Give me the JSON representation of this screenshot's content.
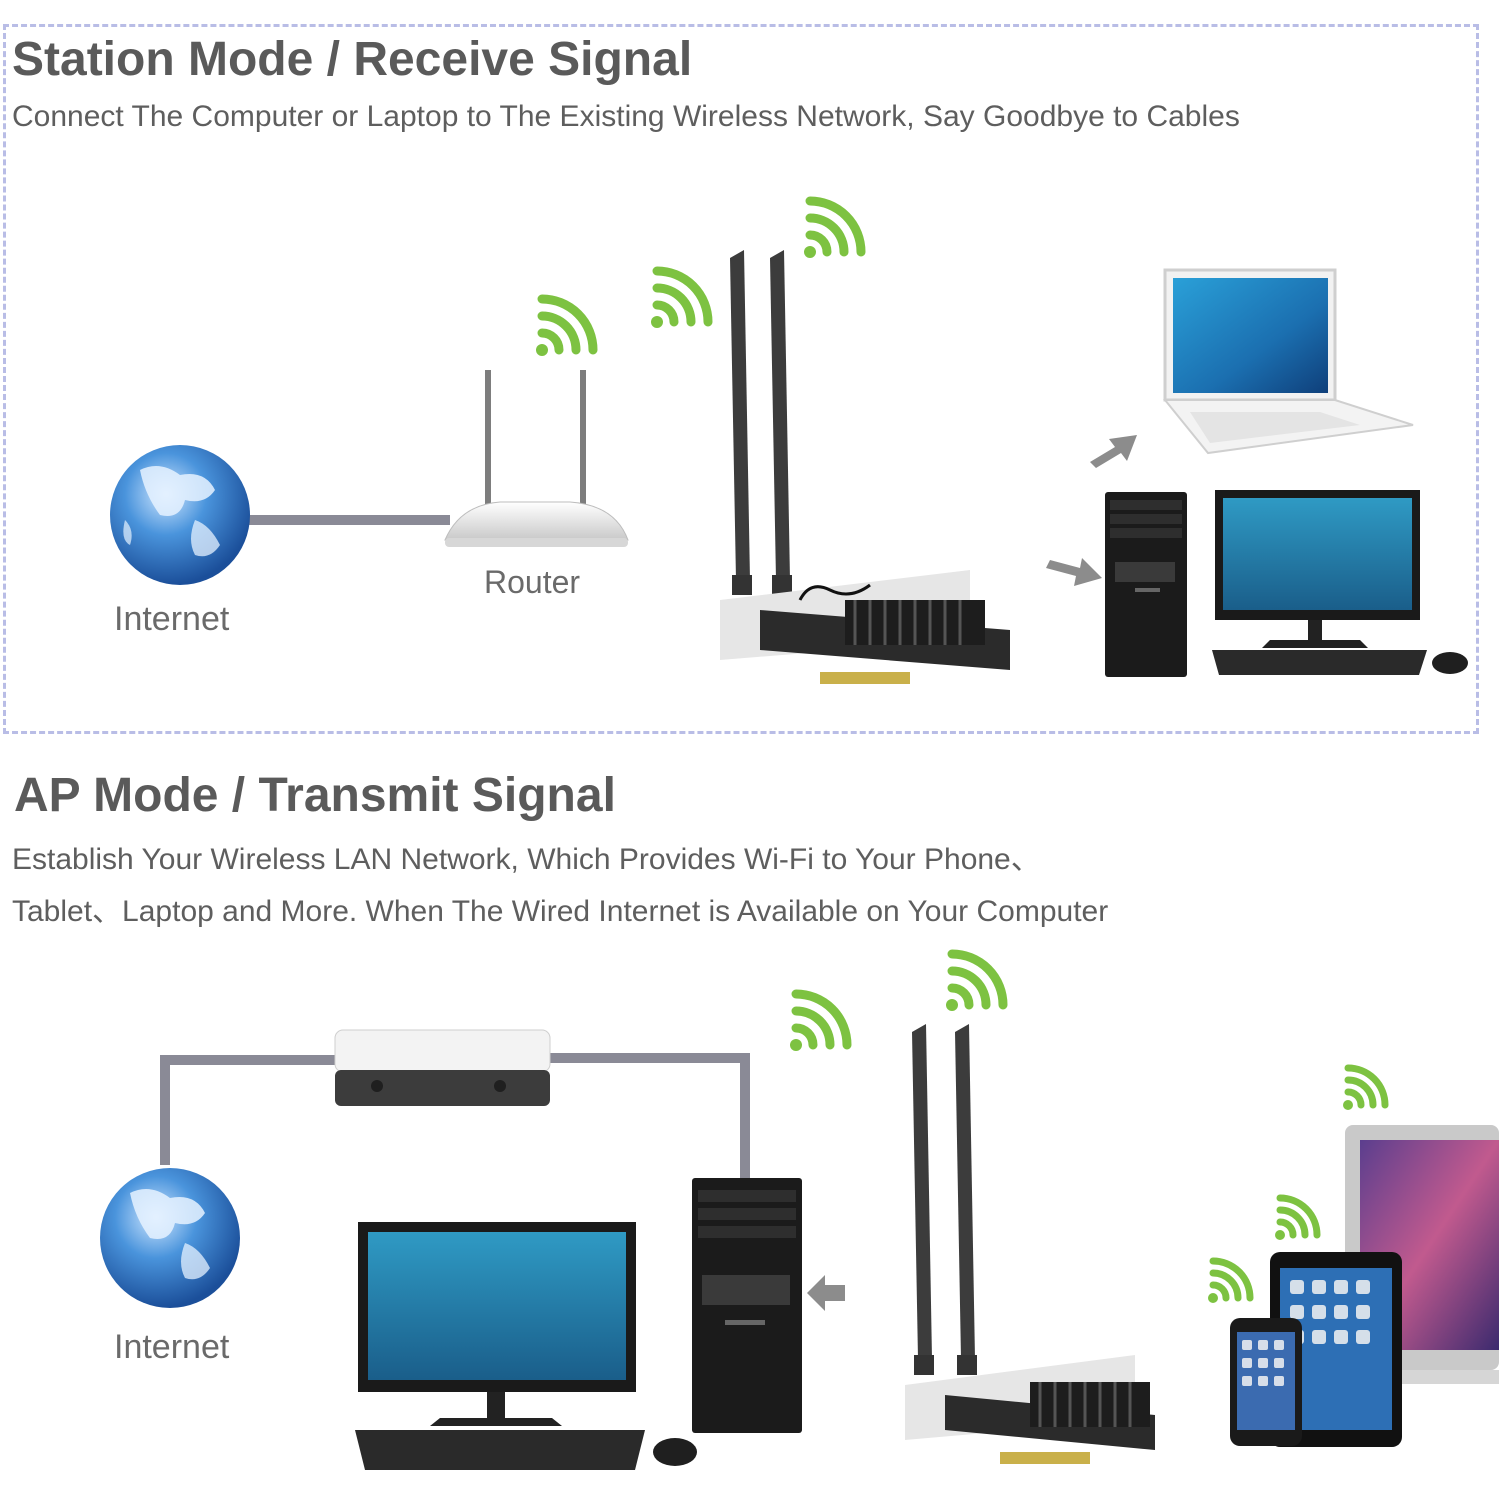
{
  "station": {
    "title": "Station Mode / Receive Signal",
    "subtitle": "Connect The Computer or Laptop to The Existing Wireless Network, Say Goodbye to Cables",
    "internet_label": "Internet",
    "router_label": "Router"
  },
  "ap": {
    "title": "AP Mode / Transmit Signal",
    "subtitle_line1": "Establish Your Wireless LAN Network, Which Provides Wi-Fi to Your Phone、",
    "subtitle_line2": "Tablet、Laptop and More. When The Wired Internet is Available on Your Computer",
    "internet_label": "Internet"
  },
  "colors": {
    "wifi_green": "#7dc241",
    "cable_gray": "#8a8a96",
    "arrow_gray": "#8c8c8c",
    "globe_blue": "#2f79c8",
    "border_dash": "#b9bde6"
  }
}
